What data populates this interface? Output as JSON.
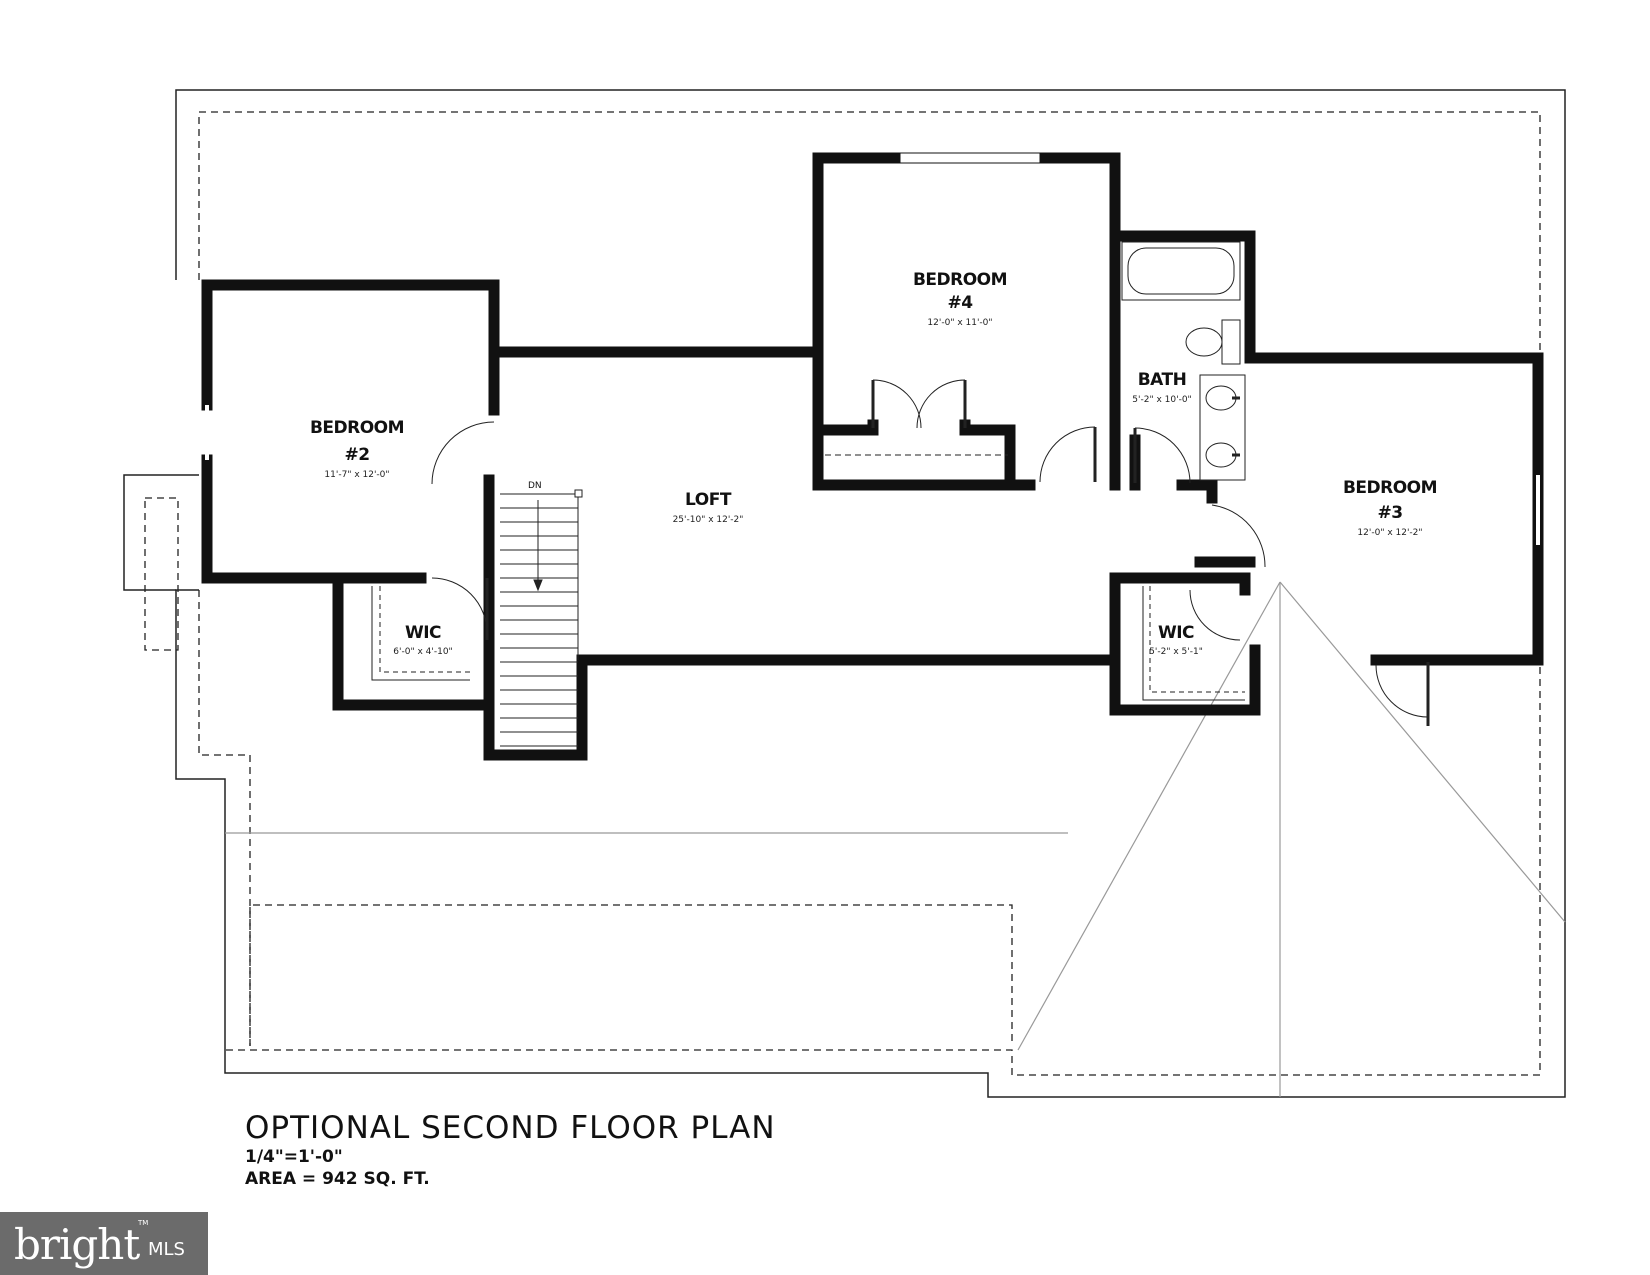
{
  "rooms": [
    {
      "id": "bedroom2",
      "name_line1": "BEDROOM",
      "name_line2": "#2",
      "dims": "11'-7\" x 12'-0\""
    },
    {
      "id": "bedroom4",
      "name_line1": "BEDROOM",
      "name_line2": "#4",
      "dims": "12'-0\" x 11'-0\""
    },
    {
      "id": "bath",
      "name_line1": "BATH",
      "dims": "5'-2\" x 10'-0\""
    },
    {
      "id": "bedroom3",
      "name_line1": "BEDROOM",
      "name_line2": "#3",
      "dims": "12'-0\" x 12'-2\""
    },
    {
      "id": "loft",
      "name_line1": "LOFT",
      "dims": "25'-10\" x 12'-2\""
    },
    {
      "id": "wic_left",
      "name_line1": "WIC",
      "dims": "6'-0\" x 4'-10\""
    },
    {
      "id": "wic_right",
      "name_line1": "WIC",
      "dims": "5'-2\" x 5'-1\""
    }
  ],
  "stair_label": "DN",
  "caption": {
    "title": "OPTIONAL SECOND FLOOR PLAN",
    "scale": "1/4\"=1'-0\"",
    "area": "AREA = 942 SQ. FT."
  },
  "logo": {
    "word": "bright",
    "suffix": "MLS",
    "tm": "TM"
  },
  "colors": {
    "wall": "#111111",
    "thin_line": "#222222",
    "roof_line": "#999999",
    "logo_bg": "#6b6b6b"
  }
}
